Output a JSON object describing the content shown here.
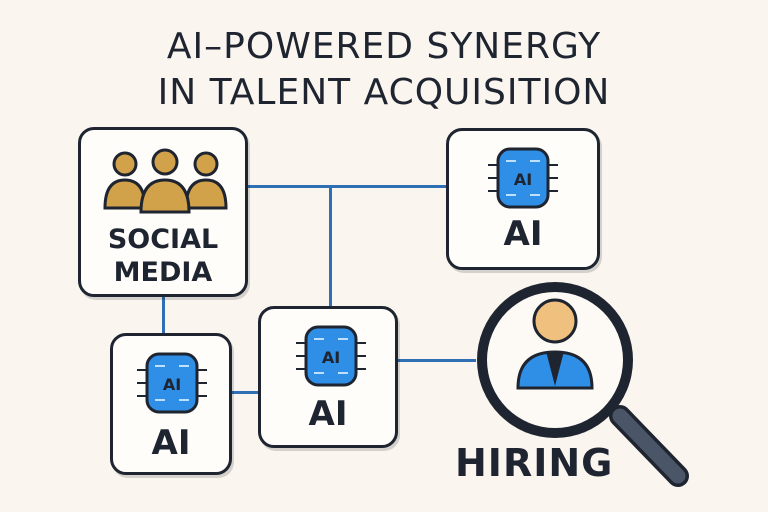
{
  "title": {
    "line1": "AI–POWERED SYNERGY",
    "line2": "IN TALENT ACQUISITION"
  },
  "nodes": {
    "social_media": {
      "line1": "SOCIAL",
      "line2": "MEDIA",
      "icon": "people-group-icon"
    },
    "ai_top_right": {
      "label": "AI",
      "chip_text": "AI",
      "icon": "ai-chip-icon"
    },
    "ai_center": {
      "label": "AI",
      "chip_text": "AI",
      "icon": "ai-chip-icon"
    },
    "ai_bottom_left": {
      "label": "AI",
      "chip_text": "AI",
      "icon": "ai-chip-icon"
    },
    "hiring": {
      "label": "HIRING",
      "icon": "magnifying-glass-person-icon"
    }
  },
  "colors": {
    "background": "#faf5ef",
    "wire": "#2f6fb3",
    "chip": "#2f8fe6",
    "people": "#d2a24a",
    "outline": "#1e2430",
    "person_shirt": "#2f8fe6",
    "person_skin": "#f0c07e"
  }
}
